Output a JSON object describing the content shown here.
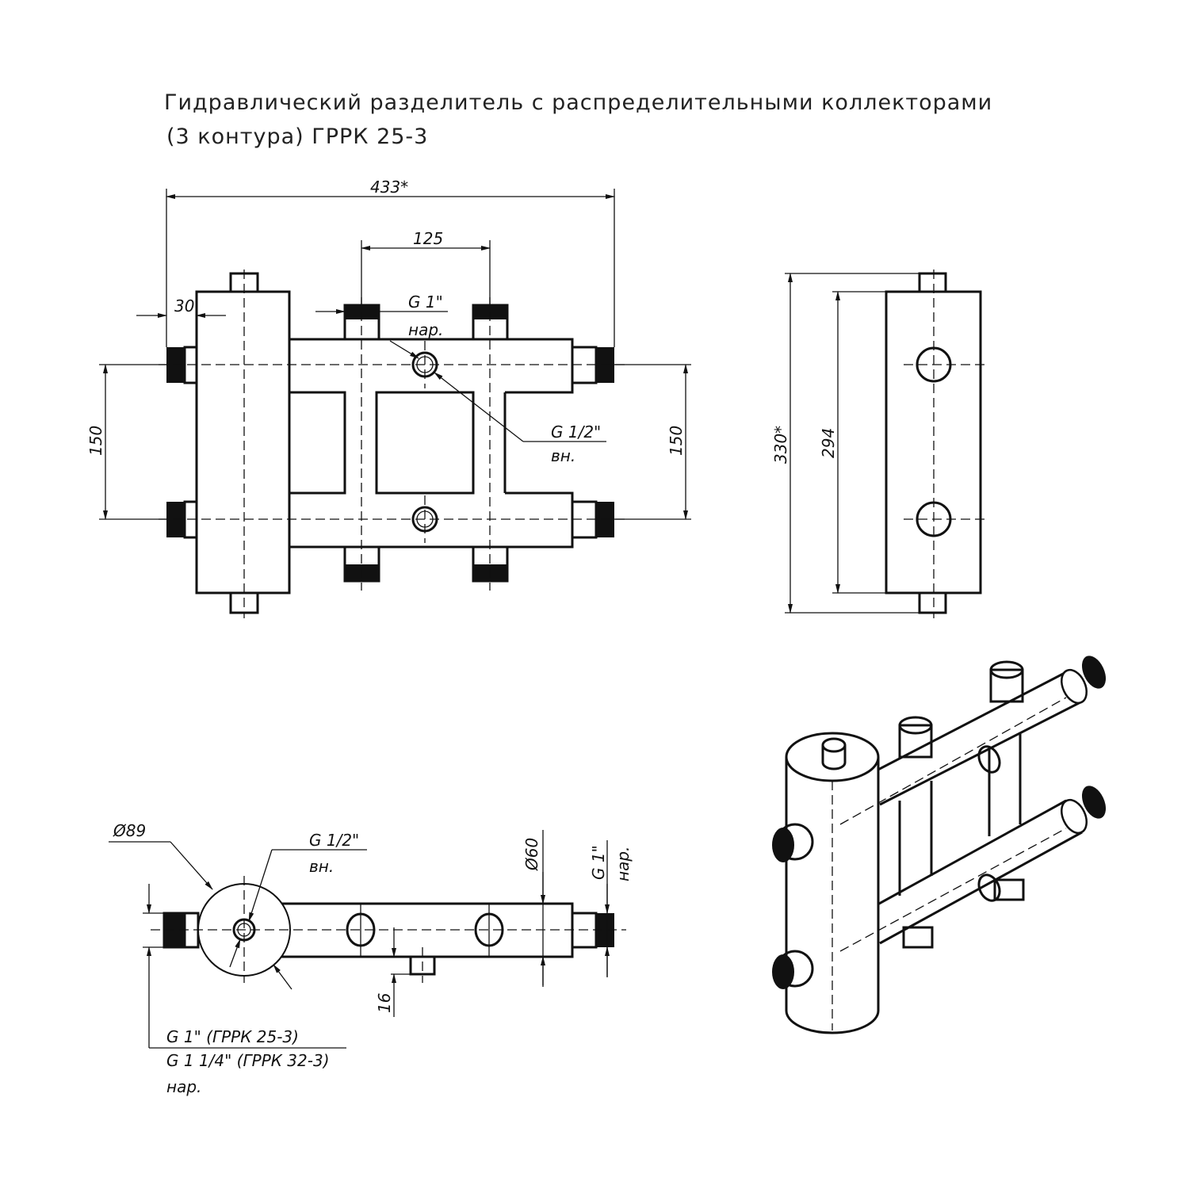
{
  "title": {
    "line1": "Гидравлический разделитель с распределительными коллекторами",
    "line2": "(3 контура) ГРРК 25-3"
  },
  "front_view": {
    "dim_total_width": "433*",
    "dim_spacing": "125",
    "dim_offset": "30",
    "dim_left_height": "150",
    "dim_right_height": "150",
    "thread_top_label": "G 1\"",
    "thread_top_note": "нар.",
    "port_label": "G 1/2\"",
    "port_note": "вн."
  },
  "side_view": {
    "dim_total_height": "330*",
    "dim_body_height": "294"
  },
  "bottom_view": {
    "dim_diameter_main": "Ø89",
    "port_label": "G 1/2\"",
    "port_note": "вн.",
    "dim_diameter_collector": "Ø60",
    "thread_right_label": "G 1\"",
    "thread_right_note": "нар.",
    "dim_nipple": "16",
    "thread_left_label_1": "G 1\" (ГРРК 25-3)",
    "thread_left_label_2": "G 1 1/4\" (ГРРК 32-3)",
    "thread_left_note": "нар."
  }
}
